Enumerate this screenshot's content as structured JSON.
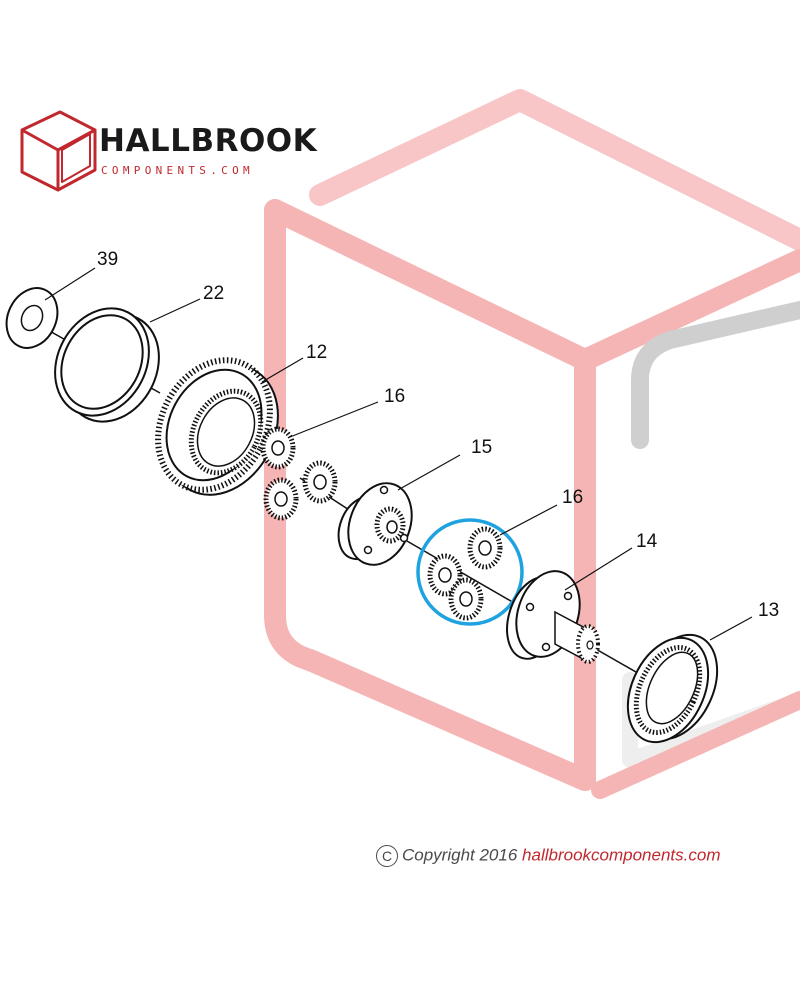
{
  "logo": {
    "name": "HALLBROOK",
    "tagline": "COMPONENTS.COM"
  },
  "part_labels": [
    "39",
    "22",
    "12",
    "16",
    "15",
    "16",
    "14",
    "13"
  ],
  "highlight": {
    "part": "16",
    "color": "#1fa3e0"
  },
  "copyright": {
    "symbol": "C",
    "text": "Copyright 2016",
    "site": "hallbrookcomponents.com"
  },
  "colors": {
    "watermark": "#f6b5b5",
    "logo_red": "#c0282e",
    "line": "#111111",
    "highlight": "#1fa3e0"
  }
}
